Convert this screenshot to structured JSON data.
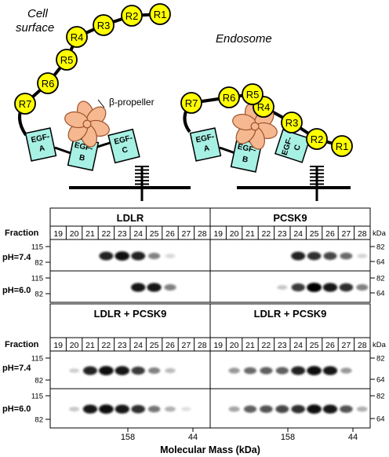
{
  "cartoon": {
    "cell_surface_line1": "Cell",
    "cell_surface_line2": "surface",
    "endosome_label": "Endosome",
    "beta_propeller_label": "β-propeller",
    "repeats": [
      "R1",
      "R2",
      "R3",
      "R4",
      "R5",
      "R6",
      "R7"
    ],
    "egf_labels": [
      [
        "EGF-",
        "A"
      ],
      [
        "EGF-",
        "B"
      ],
      [
        "EGF-",
        "C"
      ]
    ],
    "colors": {
      "repeat_fill": "#ffff00",
      "egf_fill": "#a7f0e4",
      "propeller_fill": "#f5b890",
      "propeller_stroke": "#a0522d"
    }
  },
  "blots": {
    "fraction_label": "Fraction",
    "kda_label": "kDa",
    "fractions": [
      "19",
      "20",
      "21",
      "22",
      "23",
      "24",
      "25",
      "26",
      "27",
      "28"
    ],
    "ph_labels": [
      "pH=7.4",
      "pH=6.0"
    ],
    "left_ticks": [
      "115",
      "82"
    ],
    "right_ticks": [
      "82",
      "64"
    ],
    "panels": [
      {
        "title": "LDLR",
        "lanes": [
          [
            0,
            0,
            0,
            0.85,
            0.95,
            0.85,
            0.45,
            0.08,
            0,
            0
          ],
          [
            0,
            0,
            0,
            0,
            0,
            0.9,
            0.9,
            0.45,
            0,
            0
          ]
        ]
      },
      {
        "title": "PCSK9",
        "lanes": [
          [
            0,
            0,
            0,
            0,
            0,
            0.85,
            0.8,
            0.7,
            0.55,
            0.1
          ],
          [
            0,
            0,
            0,
            0,
            0.15,
            0.75,
            0.98,
            0.9,
            0.8,
            0.45
          ]
        ]
      },
      {
        "title": "LDLR + PCSK9",
        "lanes": [
          [
            0,
            0.12,
            0.85,
            0.95,
            0.92,
            0.75,
            0.45,
            0.2,
            0,
            0
          ],
          [
            0,
            0.15,
            0.9,
            0.95,
            0.9,
            0.8,
            0.5,
            0.25,
            0.05,
            0
          ]
        ]
      },
      {
        "title": "LDLR + PCSK9",
        "lanes": [
          [
            0,
            0.35,
            0.55,
            0.6,
            0.6,
            0.85,
            0.95,
            0.9,
            0.35,
            0
          ],
          [
            0,
            0.3,
            0.6,
            0.65,
            0.7,
            0.8,
            0.95,
            0.9,
            0.65,
            0.25
          ]
        ]
      }
    ],
    "marker_labels": [
      "158",
      "44"
    ],
    "x_axis_title": "Molecular Mass (kDa)"
  }
}
